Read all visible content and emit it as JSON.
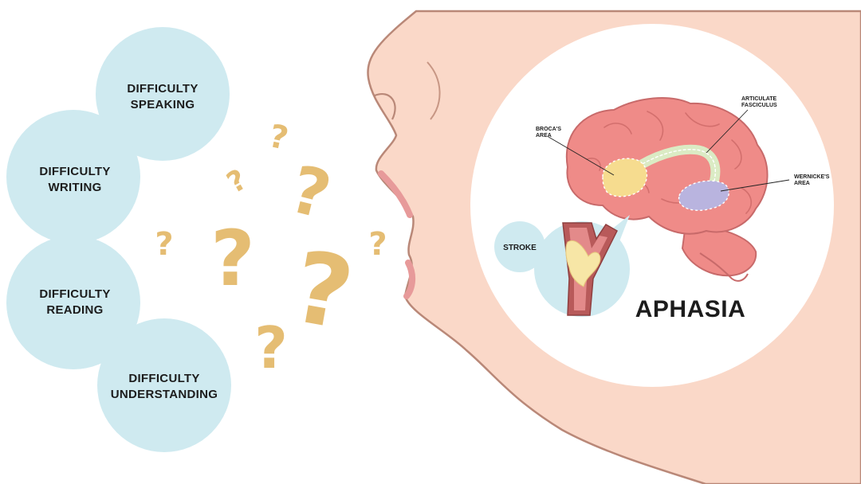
{
  "symptoms": [
    {
      "line1": "DIFFICULTY",
      "line2": "SPEAKING"
    },
    {
      "line1": "DIFFICULTY",
      "line2": "WRITING"
    },
    {
      "line1": "DIFFICULTY",
      "line2": "READING"
    },
    {
      "line1": "DIFFICULTY",
      "line2": "UNDERSTANDING"
    }
  ],
  "question_glyph": "?",
  "brain": {
    "broca": {
      "line1": "BROCA'S",
      "line2": "AREA"
    },
    "articulate": {
      "line1": "ARTICULATE",
      "line2": "FASCICULUS"
    },
    "wernicke": {
      "line1": "WERNICKE'S",
      "line2": "AREA"
    }
  },
  "stroke_label": "STROKE",
  "title": "APHASIA",
  "colors": {
    "bubble": "#cfeaf0",
    "question": "#e5bd73",
    "skin": "#fad8c8",
    "skin_outline": "#b98878",
    "brain": "#ef8b88",
    "broca_area": "#f6dc8f",
    "wernicke_area": "#b9b4df",
    "fasciculus": "#dbebc4",
    "vessel": "#b85a5a",
    "plaque": "#f7e6a6"
  }
}
